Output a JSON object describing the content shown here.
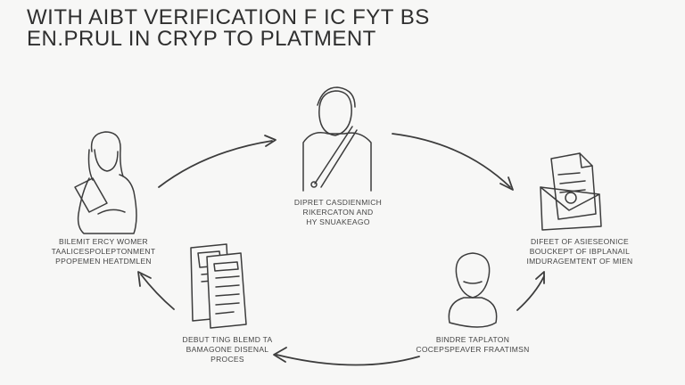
{
  "title": {
    "line1": "WITH AIBT VERIFICATION F IC FYT BS",
    "line2": "EN.PRUL IN CRYP TO PLATMENT"
  },
  "steps": [
    {
      "icon": "woman-holding-id-icon",
      "lines": [
        "BILEMIT ERCY WOMER",
        "TAALICESPOLEPTONMENT",
        "PPOPEMEN HEATDMLEN"
      ]
    },
    {
      "icon": "person-with-strap-icon",
      "lines": [
        "DIPRET CASDIENMICH",
        "RIKERCATON AND",
        "HY SNUAKEAGO"
      ]
    },
    {
      "icon": "document-envelope-icon",
      "lines": [
        "DIFEET OF ASIESEONICE",
        "BOUCKEPT OF IBPLANAIL",
        "IMDURAGEMTENT OF MIEN"
      ]
    },
    {
      "icon": "bust-silhouette-icon",
      "lines": [
        "BINDRE TAPLATON",
        "COCEPSPEAVER FRAATIMSN"
      ]
    },
    {
      "icon": "document-stack-icon",
      "lines": [
        "DEBUT TING BLEMD TA",
        "BAMAGONE DISENAL",
        "PROCES"
      ]
    }
  ]
}
